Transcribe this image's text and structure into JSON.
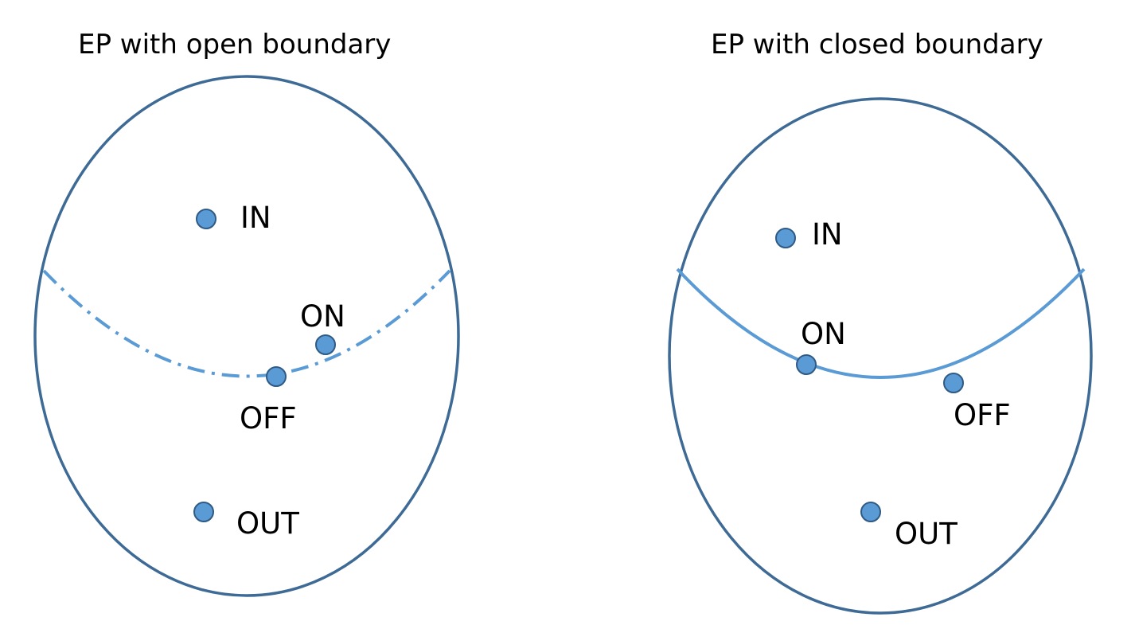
{
  "colors": {
    "outline": "#3e6a96",
    "boundary": "#5b9bd5",
    "point_fill": "#5b9bd5",
    "point_stroke": "#2f5a86",
    "text": "#000000"
  },
  "panels": [
    {
      "title": "EP with open boundary",
      "boundary_style": "dash-dot",
      "points": [
        {
          "label": "IN"
        },
        {
          "label": "ON"
        },
        {
          "label": "OFF"
        },
        {
          "label": "OUT"
        }
      ]
    },
    {
      "title": "EP with closed boundary",
      "boundary_style": "solid",
      "points": [
        {
          "label": "IN"
        },
        {
          "label": "ON"
        },
        {
          "label": "OFF"
        },
        {
          "label": "OUT"
        }
      ]
    }
  ]
}
